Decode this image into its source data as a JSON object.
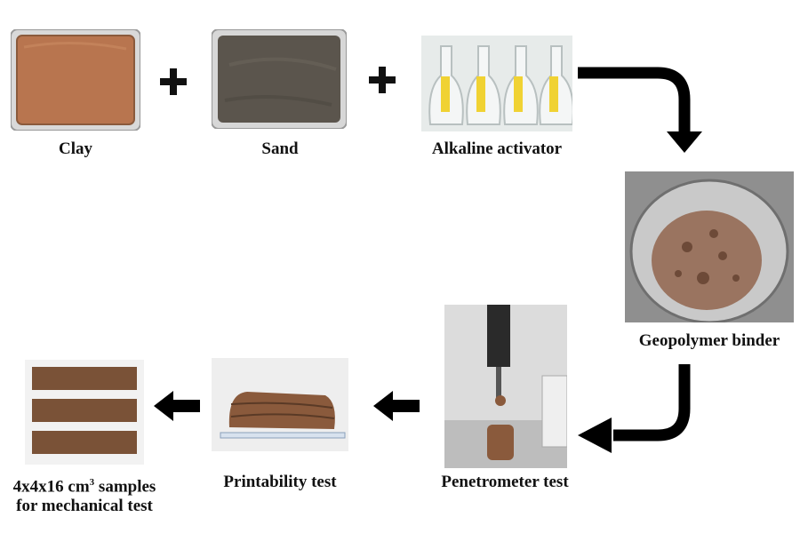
{
  "labels": {
    "clay": "Clay",
    "sand": "Sand",
    "activator": "Alkaline activator",
    "binder": "Geopolymer binder",
    "penetrometer": "Penetrometer test",
    "printability": "Printability test",
    "samples_line1": "4x4x16 cm",
    "samples_sup": "3",
    "samples_line1_rest": " samples",
    "samples_line2": "for mechanical test"
  },
  "colors": {
    "clay": "#b8754f",
    "sand": "#5b554d",
    "tray": "#d9d9d9",
    "arrow": "#000000",
    "binder_mix": "#9a7460",
    "sample": "#7a5237"
  }
}
